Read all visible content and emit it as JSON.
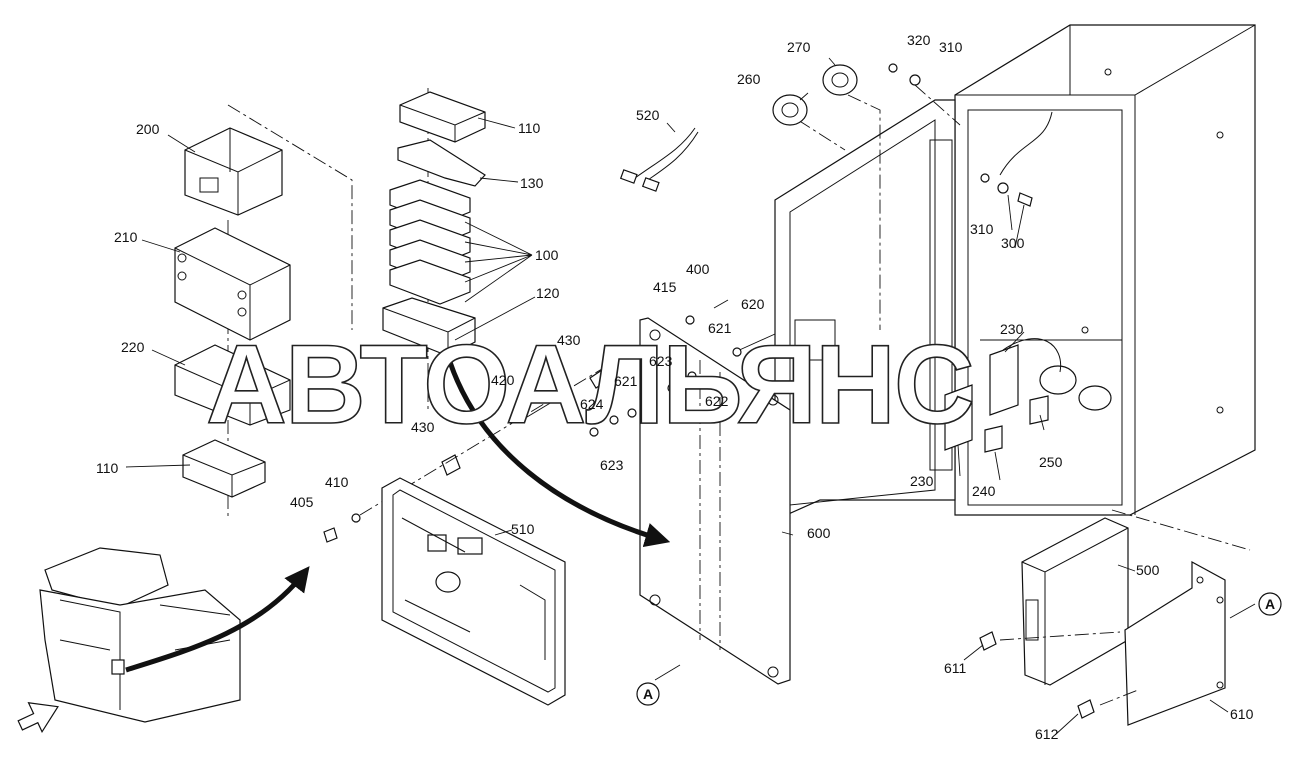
{
  "watermark": "АВТОАЛЬЯНС",
  "ref_marker": "A",
  "labels": {
    "p100": "100",
    "p110a": "110",
    "p110b": "110",
    "p120": "120",
    "p130": "130",
    "p200": "200",
    "p210": "210",
    "p220": "220",
    "p230a": "230",
    "p230b": "230",
    "p240": "240",
    "p250": "250",
    "p260": "260",
    "p270": "270",
    "p300": "300",
    "p310a": "310",
    "p310b": "310",
    "p320": "320",
    "p400": "400",
    "p405": "405",
    "p410": "410",
    "p415": "415",
    "p420": "420",
    "p430a": "430",
    "p430b": "430",
    "p500": "500",
    "p510": "510",
    "p520": "520",
    "p600": "600",
    "p610": "610",
    "p611": "611",
    "p612": "612",
    "p620": "620",
    "p621a": "621",
    "p621b": "621",
    "p622": "622",
    "p623a": "623",
    "p623b": "623",
    "p624": "624"
  }
}
